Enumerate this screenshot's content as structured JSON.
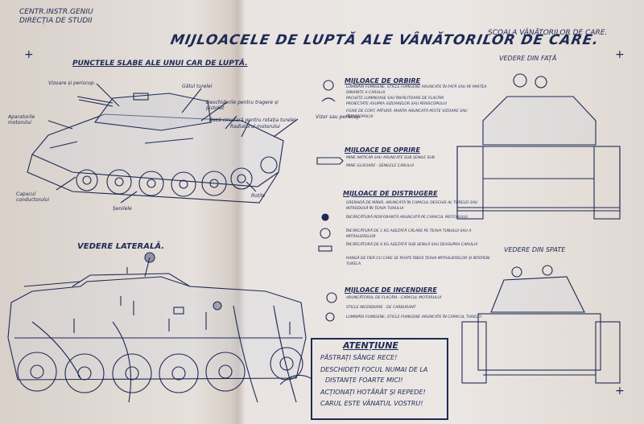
{
  "header": {
    "org_line1": "CENTR.INSTR.GENIU",
    "org_line2": "DIRECȚIA DE STUDII",
    "title": "MIJLOACELE DE LUPTĂ ALE VÂNĂTORILOR DE CARE.",
    "school": "ȘCOALA VÂNĂTORILOR DE CARE."
  },
  "weak_points": {
    "title": "PUNCTELE SLABE ALE UNUI CAR DE LUPTĂ.",
    "labels": [
      "Vizoare și periscop.",
      "Gâtul turelei",
      "Deschiderile pentru tragere și pistolet",
      "Bază circulară pentru rotația turelei",
      "Radiatorul motorului",
      "Aparatorile motorului",
      "Capacul conductorului",
      "Șenilele",
      "Roțile"
    ]
  },
  "views": {
    "lateral": "VEDERE LATERALĂ.",
    "front": "VEDERE DIN FAȚĂ",
    "rear": "VEDERE DIN SPATE"
  },
  "sections": [
    {
      "title": "MIJLOACE DE ORBIRE",
      "items": [
        "LUMINĂRI FUMIGENE, STICLE FUMIGENE ARUNCATE ÎN FAȚĂ SAU PE PARTEA DINAINTE A CARULUI",
        "PACHETE LUMINOASE SAU ÎNVĂLITOARE DE FLACĂRI",
        "PROIECTATE ASUPRA VIZOARELOR SAU PERISCOPULUI",
        "FOAIE DE CORT, PĂTURĂ, MANTA ARUNCATĂ PESTE VIZOARE SAU PERISCOPULUI"
      ],
      "legend": "Vizor sau periscop"
    },
    {
      "title": "MIJLOACE DE OPRIRE",
      "items": [
        "MINE ANTICAR SAU ARUNCATE SUB ȘENILE SUB",
        "MINE GLISOARE · ȘENILELE CARULUI"
      ]
    },
    {
      "title": "MIJLOACE DE DISTRUGERE",
      "items": [
        "GRENADĂ DE MÂNĂ, ARUNCATĂ ÎN CAPACUL DESCHIS AL TURELEI SAU INTRODUSĂ ÎN ȚEAVA TUNULUI",
        "ÎNCĂRCĂTURĂ PERFORANTĂ ARUNCATĂ PE CAPACUL MOTORULUI",
        "ÎNCĂRCĂTURĂ DE 1 KG AȘEZATĂ CĂLARE PE ȚEAVA TUNULUI SAU A MITRALIERELOR",
        "ÎNCĂRCĂTURĂ DE 6 KG AȘEZATĂ SUB ȘENILĂ SAU DEASUPRA CARULUI",
        "RANGĂ DE FIER CU CARE SE POATE ÎNDOI ȚEAVA MITRALIERELOR ȘI INTEPENI TURELA"
      ]
    },
    {
      "title": "MIJLOACE DE INCENDIERE",
      "items": [
        "ARUNCĂTORUL DE FLACĂRI · CAPACUL MOTORULUI",
        "STICLE INCENDIARE · DE CARBURANT",
        "LUMINĂRI FUMIGENE, STICLE FUMIGENE ARUNCATE ÎN CAPACUL TURELEI"
      ]
    }
  ],
  "attention": {
    "title": "ATENȚIUNE",
    "lines": [
      "PĂSTRAȚI SÂNGE RECE!",
      "DESCHIDEȚI FOCUL NUMAI DE LA",
      "DISTANȚE FOARTE MICI!",
      "ACȚIONAȚI HOTĂRÂT ȘI REPEDE!",
      "CARUL ESTE VÂNATUL VOSTRU!"
    ]
  },
  "colors": {
    "ink": "#1e2a55",
    "paper": "#e9e4e1",
    "shadow": "#b9a48a"
  }
}
